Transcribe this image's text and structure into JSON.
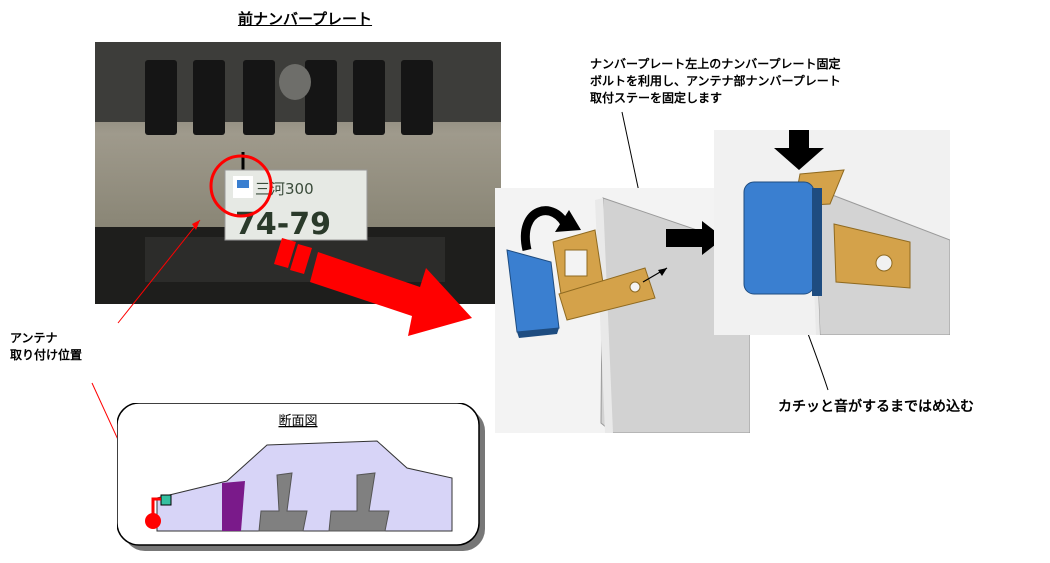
{
  "front_plate_title": "前ナンバープレート",
  "plate_text": {
    "top": "三河300",
    "bottom": "74-79"
  },
  "antenna_position_label": {
    "line1": "アンテナ",
    "line2": "取り付け位置"
  },
  "instruction": {
    "line1": "ナンバープレート左上のナンバープレート固定",
    "line2": "ボルトを利用し、アンテナ部ナンバープレート",
    "line3": "取付ステーを固定します"
  },
  "snap_in_label": "カチッと音がするまではめ込む",
  "cross_section_title": "断面図",
  "colors": {
    "arrow_red": "#ff0000",
    "antenna_blue": "#3a7fd0",
    "bracket_gold": "#d4a24a",
    "car_body": "#d7d4f7",
    "seat_gray": "#808080",
    "driver_purple": "#7a1a8a",
    "antenna_teal": "#35c0a0"
  },
  "icons": [
    "rotate-arrow-icon",
    "right-arrow-icon",
    "down-arrow-icon"
  ]
}
